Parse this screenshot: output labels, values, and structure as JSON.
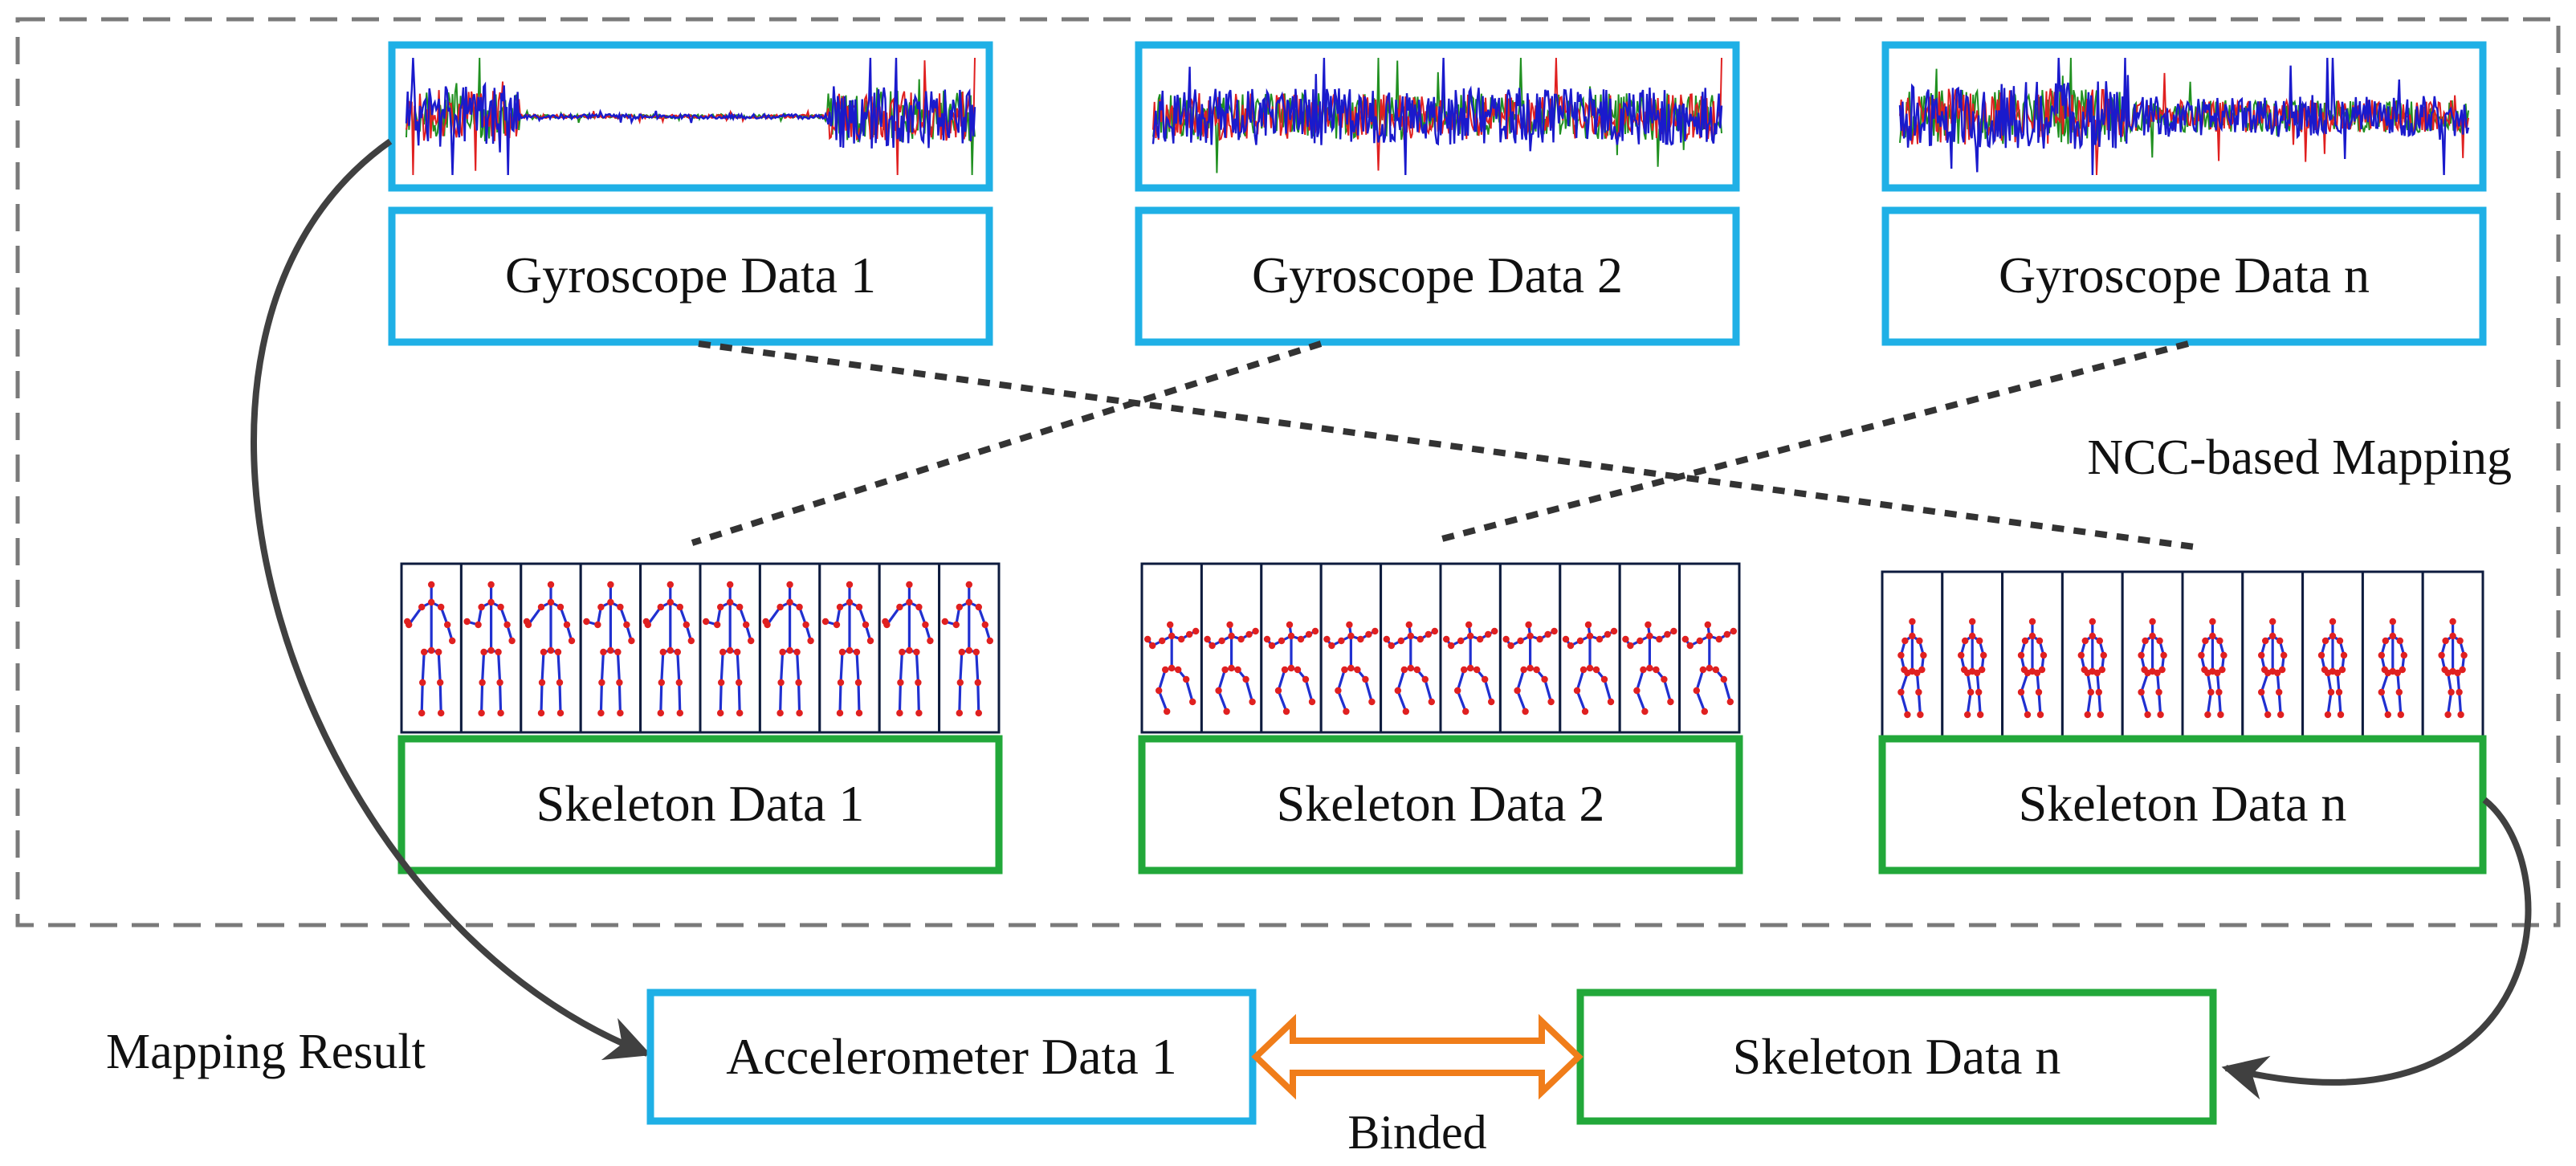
{
  "gyroscope_panels": [
    {
      "label": "Gyroscope Data 1"
    },
    {
      "label": "Gyroscope Data 2"
    },
    {
      "label": "Gyroscope Data n"
    }
  ],
  "skeleton_panels": [
    {
      "label": "Skeleton Data 1",
      "pose": "standing",
      "frames": 10
    },
    {
      "label": "Skeleton Data 2",
      "pose": "kicking",
      "frames": 10
    },
    {
      "label": "Skeleton Data n",
      "pose": "walking",
      "frames": 10
    }
  ],
  "mapping_label": "NCC-based Mapping",
  "result": {
    "caption": "Mapping Result",
    "accelerometer_label": "Accelerometer Data 1",
    "skeleton_label": "Skeleton Data n",
    "binding_label": "Binded"
  },
  "colors": {
    "sensor_box": "#1fb0e6",
    "skeleton_box": "#22a83a",
    "dashed_frame": "#7a7a7a",
    "mapping_line": "#333333",
    "arrow": "#404040",
    "binding_arrow": "#f07d1a",
    "signal_main": "#1a1acc",
    "signal_red": "#e02020",
    "signal_green": "#209020",
    "skeleton_bone": "#2030d0",
    "skeleton_joint": "#e02020"
  }
}
